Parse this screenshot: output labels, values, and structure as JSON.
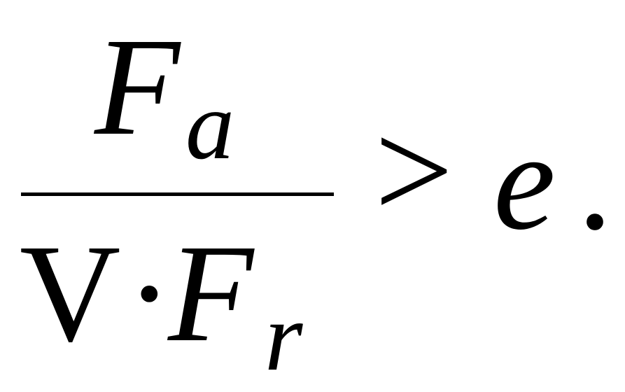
{
  "formula": {
    "numerator": {
      "symbol": "F",
      "subscript": "a"
    },
    "denominator": {
      "symbol1": "V",
      "operator": "·",
      "symbol2": "F",
      "subscript": "r"
    },
    "relation": ">",
    "rhs": "e",
    "terminator": "."
  }
}
